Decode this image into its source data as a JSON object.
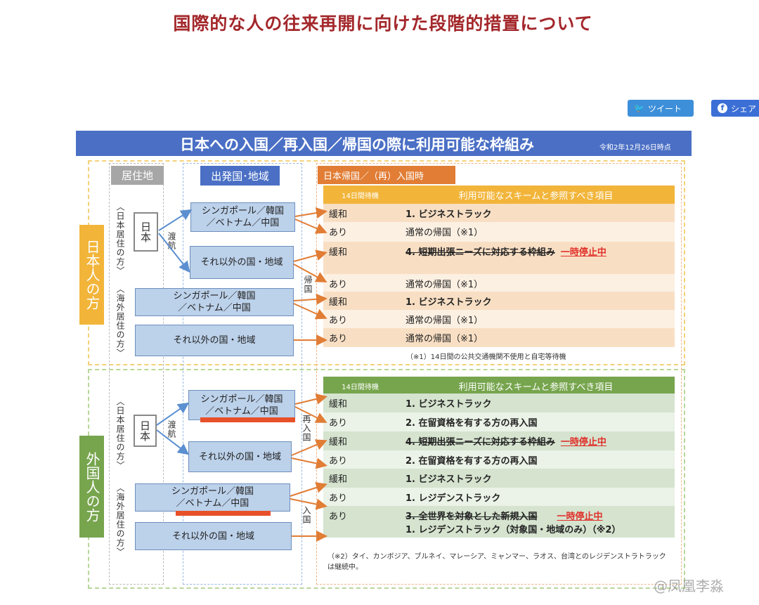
{
  "page_title": "国際的な人の往来再開に向けた段階的措置について",
  "social": {
    "tweet": "ツイート",
    "share": "シェア"
  },
  "banner": {
    "title": "日本への入国／再入国／帰国の際に利用可能な枠組み",
    "date": "令和2年12月26日時点"
  },
  "columns": {
    "residence": "居住地",
    "departure": "出発国･地域",
    "arrival": "日本帰国／（再）入国時"
  },
  "japanese": {
    "label": "日本人の方",
    "resident_japan": "〈日本居住の方〉",
    "resident_abroad": "〈海外居住の方〉",
    "japan": "日本",
    "travel": "渡航",
    "return": "帰国",
    "boxes": [
      "シンガポール／韓国\n／ベトナム／中国",
      "それ以外の国・地域",
      "シンガポール／韓国\n／ベトナム／中国",
      "それ以外の国・地域"
    ],
    "table_header": [
      "14日間待機",
      "利用可能なスキームと参照すべき項目"
    ],
    "rows": [
      {
        "wait": "緩和",
        "scheme": "1. ビジネストラック"
      },
      {
        "wait": "あり",
        "scheme": "通常の帰国（※1）"
      },
      {
        "wait": "緩和",
        "scheme": "4. 短期出張ニーズに対応する枠組み",
        "status": "一時停止中"
      },
      {
        "wait": "あり",
        "scheme": "通常の帰国（※1）"
      },
      {
        "wait": "緩和",
        "scheme": "1. ビジネストラック"
      },
      {
        "wait": "あり",
        "scheme": "通常の帰国（※1）"
      },
      {
        "wait": "あり",
        "scheme": "通常の帰国（※1）"
      }
    ],
    "note": "（※1）14日間の公共交通機関不使用と自宅等待機"
  },
  "foreign": {
    "label": "外国人の方",
    "resident_japan": "〈日本居住の方〉",
    "resident_abroad": "〈海外居住の方〉",
    "japan": "日本",
    "travel": "渡航",
    "reentry": "再入国",
    "entry": "入国",
    "boxes": [
      "シンガポール／韓国\n／ベトナム／中国",
      "それ以外の国・地域",
      "シンガポール／韓国\n／ベトナム／中国",
      "それ以外の国・地域"
    ],
    "table_header": [
      "14日間待機",
      "利用可能なスキームと参照すべき項目"
    ],
    "rows": [
      {
        "wait": "緩和",
        "scheme": "1. ビジネストラック"
      },
      {
        "wait": "あり",
        "scheme": "2. 在留資格を有する方の再入国"
      },
      {
        "wait": "緩和",
        "scheme": "4. 短期出張ニーズに対応する枠組み",
        "status": "一時停止中"
      },
      {
        "wait": "あり",
        "scheme": "2. 在留資格を有する方の再入国"
      },
      {
        "wait": "緩和",
        "scheme": "1. ビジネストラック"
      },
      {
        "wait": "あり",
        "scheme": "1. レジデンストラック"
      },
      {
        "wait": "あり",
        "scheme": "3. 全世界を対象とした新規入国",
        "status": "一時停止中",
        "scheme2": "1. レジデンストラック（対象国・地域のみ）（※2）"
      }
    ],
    "note": "（※2）タイ、カンボジア、ブルネイ、マレーシア、ミャンマー、ラオス、台湾とのレジデンストラトラックは継続中。"
  },
  "watermark": "@凤凰李淼",
  "colors": {
    "title": "#a3272b",
    "banner": "#4a6fc5",
    "japanese": "#f2b53a",
    "foreign": "#77a54e",
    "arrival": "#e17d35"
  }
}
